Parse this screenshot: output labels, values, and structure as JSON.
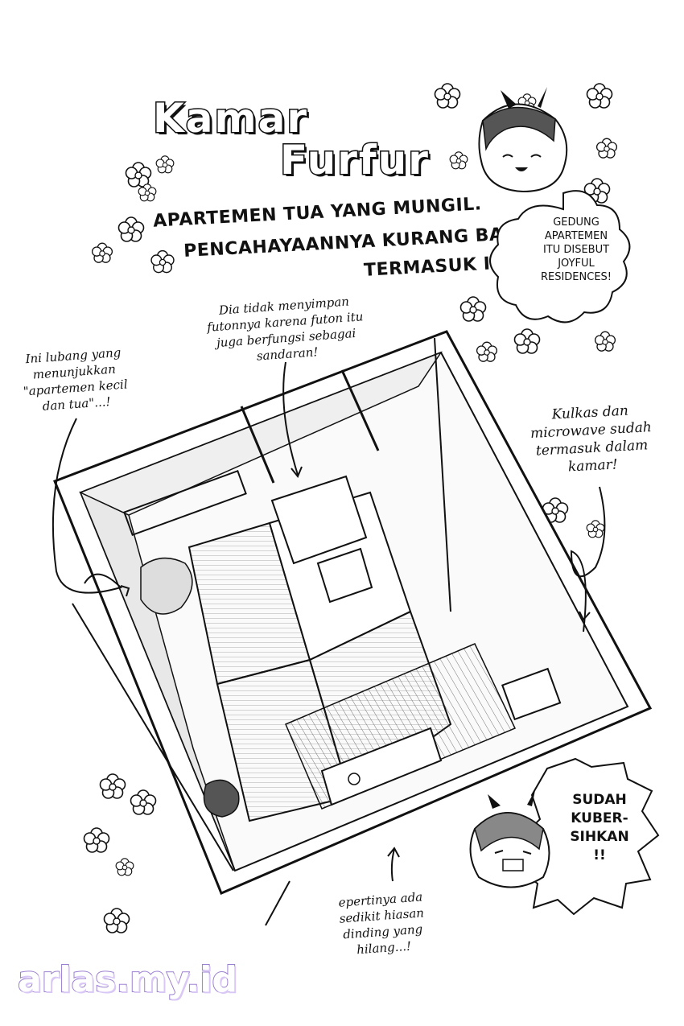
{
  "title": {
    "line1": "Kamar",
    "line2": "Furfur"
  },
  "headlines": [
    "APARTEMEN TUA YANG MUNGIL.",
    "PENCAHAYAANNYA KURANG BAGUS.",
    "TERMASUK IBLIS."
  ],
  "speech_bubble": {
    "lines": [
      "GEDUNG",
      "APARTEMEN",
      "ITU DISEBUT",
      "JOYFUL",
      "RESIDENCES!"
    ]
  },
  "notes": {
    "futon": [
      "Dia tidak menyimpan",
      "futonnya karena futon itu",
      "juga berfungsi sebagai",
      "sandaran!"
    ],
    "hole": [
      "Ini lubang yang",
      "menunjukkan",
      "\"apartemen kecil",
      "dan tua\"...!"
    ],
    "fridge": [
      "Kulkas dan",
      "microwave sudah",
      "termasuk dalam",
      "kamar!"
    ],
    "wall": [
      "epertinya ada",
      "sedikit hiasan",
      "dinding yang",
      "hilang...!"
    ]
  },
  "shout_bubble": {
    "lines": [
      "SUDAH",
      "KUBER-",
      "SIHKAN",
      "!!"
    ]
  },
  "watermark": "arlas.my.id",
  "colors": {
    "ink": "#111111",
    "paper": "#ffffff",
    "watermark": "#9b7fd0"
  }
}
